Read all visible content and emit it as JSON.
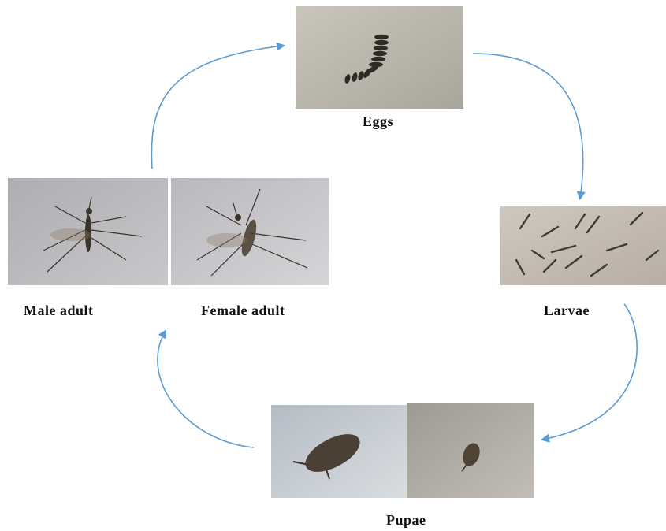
{
  "stages": {
    "eggs": {
      "label": "Eggs"
    },
    "larvae": {
      "label": "Larvae"
    },
    "pupae": {
      "label": "Pupae"
    },
    "male_adult": {
      "label": "Male adult"
    },
    "female_adult": {
      "label": "Female adult"
    }
  },
  "colors": {
    "arrow": "#5b9bd5",
    "photo_background": "#b9b6ae",
    "insect": "#3a332a"
  },
  "arrows": [
    "adults-to-eggs",
    "eggs-to-larvae",
    "larvae-to-pupae",
    "pupae-to-adults"
  ]
}
